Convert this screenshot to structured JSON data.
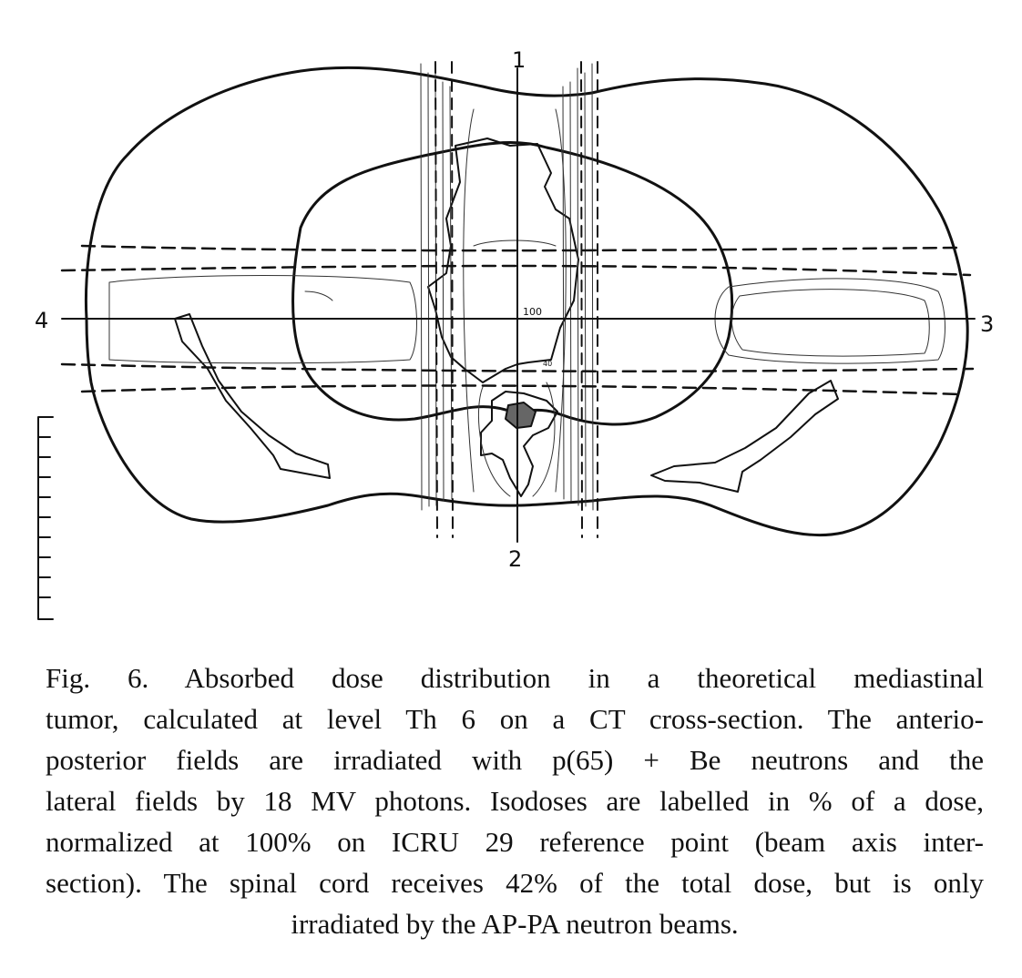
{
  "figure": {
    "axis_labels": {
      "top": "1",
      "bottom": "2",
      "right": "3",
      "left": "4"
    },
    "isodose_label": "100",
    "isodose_small_label": "40"
  },
  "caption": {
    "lines": [
      "Fig. 6.  Absorbed dose distribution in a theoretical mediastinal",
      "tumor, calculated at level Th 6 on a CT cross-section. The anterio-",
      "posterior fields are irradiated with p(65) + Be neutrons and the",
      "lateral fields by 18 MV photons. Isodoses are labelled in % of a dose,",
      "normalized at 100% on ICRU 29 reference point (beam axis inter-",
      "section). The spinal cord receives 42% of the total dose, but is only",
      "irradiated by the AP-PA neutron beams."
    ]
  }
}
